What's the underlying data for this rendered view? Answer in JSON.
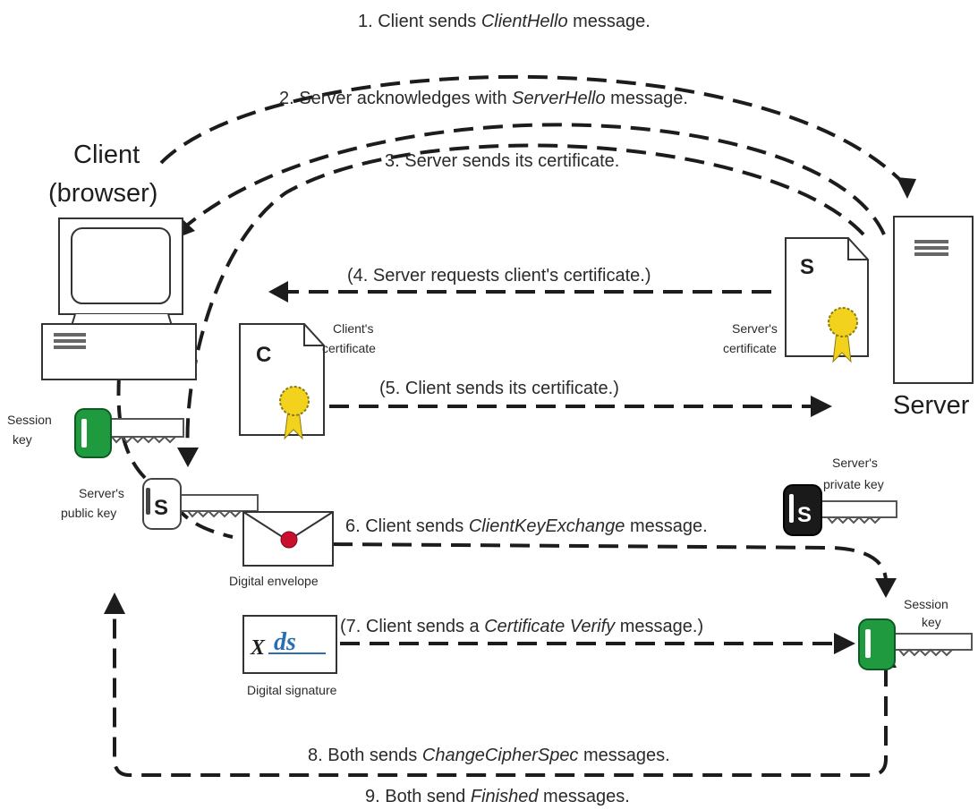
{
  "steps": {
    "s1": {
      "pre": "1. Client sends ",
      "em": "ClientHello",
      "post": " message."
    },
    "s2": {
      "pre": "2. Server acknowledges with ",
      "em": "ServerHello",
      "post": " message."
    },
    "s3": {
      "text": "3. Server sends its certificate."
    },
    "s4": {
      "text": "(4. Server requests client's certificate.)"
    },
    "s5": {
      "text": "(5. Client sends its certificate.)"
    },
    "s6": {
      "pre": "6. Client sends ",
      "em": "ClientKeyExchange",
      "post": " message."
    },
    "s7": {
      "pre": "(7. Client sends a ",
      "em": "Certificate Verify",
      "post": " message.)"
    },
    "s8": {
      "pre": "8. Both sends ",
      "em": "ChangeCipherSpec",
      "post": " messages."
    },
    "s9": {
      "pre": "9. Both send ",
      "em": "Finished",
      "post": " messages."
    }
  },
  "client": {
    "line1": "Client",
    "line2": "(browser)"
  },
  "server": {
    "label": "Server"
  },
  "labels": {
    "session_key_client": [
      "Session",
      "key"
    ],
    "server_public_key": [
      "Server's",
      "public key"
    ],
    "clients_certificate": [
      "Client's",
      "certificate"
    ],
    "servers_certificate": [
      "Server's",
      "certificate"
    ],
    "servers_private_key": [
      "Server's",
      "private key"
    ],
    "session_key_server": [
      "Session",
      "key"
    ],
    "digital_envelope": "Digital envelope",
    "digital_signature": "Digital signature"
  },
  "glyphs": {
    "client_cert_letter": "C",
    "server_cert_letter": "S",
    "public_key_letter": "S",
    "private_key_letter": "S",
    "signature_mark": "X",
    "signature_text": "ds"
  },
  "icons": [
    "computer-monitor-icon",
    "computer-case-icon",
    "server-tower-icon",
    "certificate-icon",
    "seal-icon",
    "key-icon",
    "envelope-icon",
    "signature-icon"
  ],
  "colors": {
    "line": "#1c1c1c",
    "key_green": "#1f9a3f",
    "seal_yellow": "#f2d21c",
    "wax_red": "#c8102e",
    "signature_blue": "#2a6fb0"
  }
}
